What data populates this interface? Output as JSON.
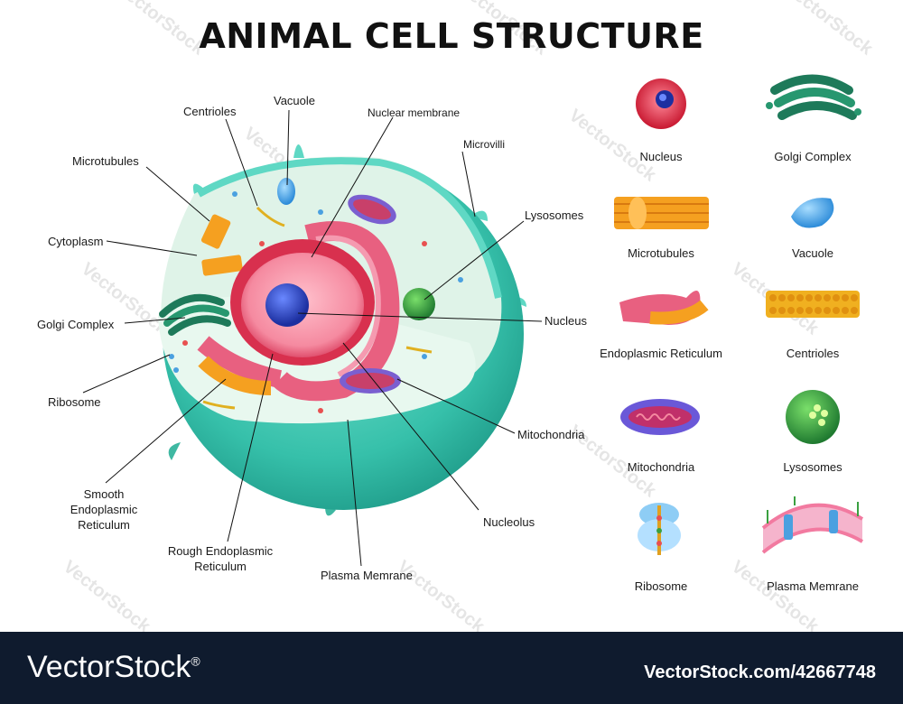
{
  "title": "ANIMAL CELL STRUCTURE",
  "diagram_labels": {
    "vacuole": "Vacuole",
    "centrioles": "Centrioles",
    "nuclear_membrane": "Nuclear membrane",
    "microvilli": "Microvilli",
    "microtubules": "Microtubules",
    "cytoplasm": "Cytoplasm",
    "lysosomes": "Lysosomes",
    "golgi_complex": "Golgi Complex",
    "nucleus": "Nucleus",
    "ribosome": "Ribosome",
    "mitochondria": "Mitochondria",
    "smooth_er": "Smooth\nEndoplasmic\nReticulum",
    "nucleolus": "Nucleolus",
    "rough_er": "Rough Endoplasmic\nReticulum",
    "plasma_membrane": "Plasma Memrane"
  },
  "legend": {
    "nucleus": "Nucleus",
    "golgi_complex": "Golgi Complex",
    "microtubules": "Microtubules",
    "vacuole": "Vacuole",
    "endoplasmic_reticulum": "Endoplasmic Reticulum",
    "centrioles": "Centrioles",
    "mitochondria": "Mitochondria",
    "lysosomes": "Lysosomes",
    "ribosome": "Ribosome",
    "plasma_membrane": "Plasma Memrane"
  },
  "watermark": "VectorStock",
  "footer": {
    "brand": "VectorStock",
    "registered": "®",
    "url": "VectorStock.com/42667748"
  },
  "colors": {
    "membrane": "#3fc8b0",
    "cytoplasm": "#e3f5ea",
    "nucleus": "#e84a6a",
    "nucleolus": "#3050c8",
    "golgi": "#1e8a6a",
    "microtubule": "#f5a020",
    "lysosome": "#3aa040",
    "vacuole": "#3ea0e0",
    "footer_bg": "#0f1b2e"
  }
}
